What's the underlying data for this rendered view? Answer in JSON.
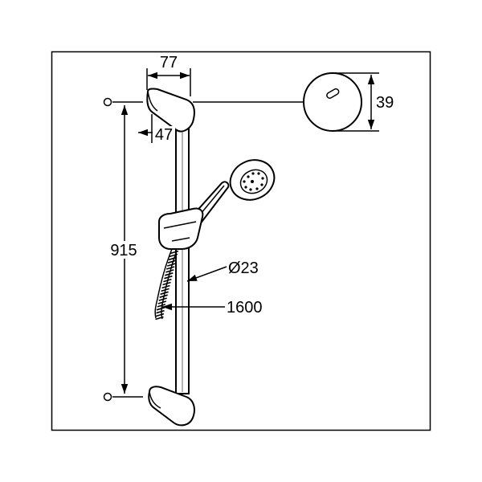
{
  "dimensions": {
    "bracket_width": "77",
    "bracket_depth": "47",
    "rail_length": "915",
    "diameter": "Ø23",
    "hose_length": "1600",
    "cover_height": "39"
  }
}
